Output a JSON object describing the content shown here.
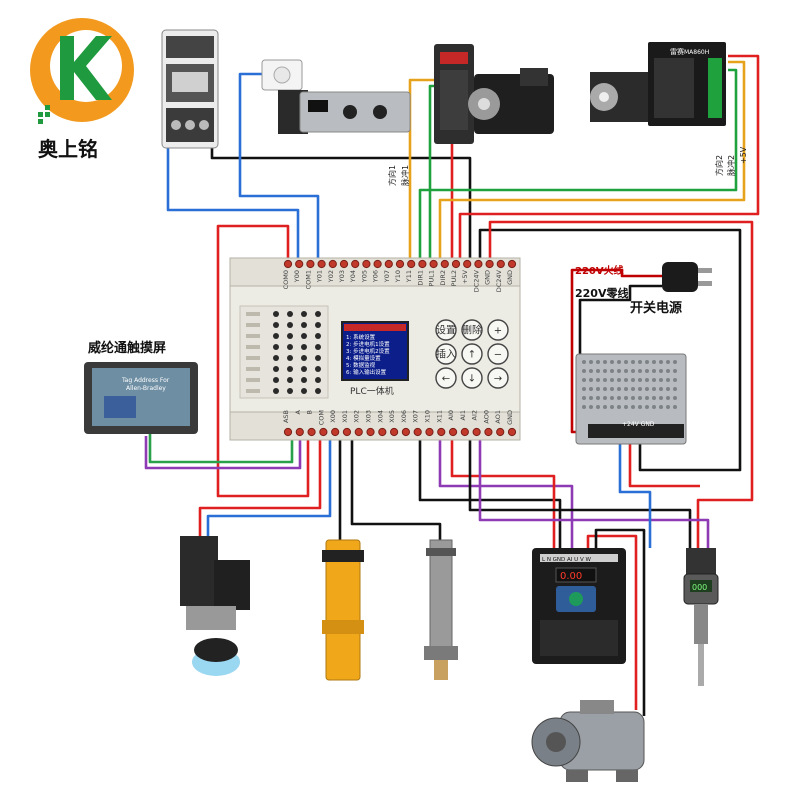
{
  "brand": {
    "name": "奥上铭",
    "logo_letter": "K",
    "colors": {
      "orange": "#f39a1e",
      "green": "#1f9a3e"
    }
  },
  "labels": {
    "touch_screen": "威纶通触摸屏",
    "power_switch": "开关电源",
    "live": "220V火线",
    "neutral": "220V零线",
    "dir1": "方向1",
    "pulse1": "脉冲1",
    "dir2": "方向2",
    "pulse2": "脉冲2",
    "plus5v": "+5V",
    "plc_title": "PLC一体机"
  },
  "plc": {
    "top_terminals": [
      "COM0",
      "Y00",
      "COM1",
      "Y01",
      "Y02",
      "Y03",
      "Y04",
      "Y05",
      "Y06",
      "Y07",
      "Y10",
      "Y11",
      "DIR1",
      "PUL1",
      "DIR2",
      "PUL2",
      "+5V",
      "DC24V",
      "GND",
      "DC24V",
      "GND"
    ],
    "bottom_terminals": [
      "ASB",
      "A",
      "B",
      "COM",
      "X00",
      "X01",
      "X02",
      "X03",
      "X04",
      "X05",
      "X06",
      "X07",
      "X10",
      "X11",
      "AI0",
      "AI1",
      "AI2",
      "AO0",
      "AO1",
      "GND"
    ],
    "keys": [
      "设置",
      "删除",
      "+",
      "插入",
      "↑",
      "−",
      "←",
      "↓",
      "→"
    ],
    "screen_lines": [
      "1: 系统设置",
      "2: 步进电机1设置",
      "3: 步进电机2设置",
      "4: 模拟量设置",
      "5: 数据监视",
      "6: 输入输出设置"
    ]
  },
  "screen_hmi": {
    "line1": "Tag Address For",
    "line2": "Allen-Bradley"
  },
  "driver": {
    "brand": "雷赛",
    "model": "MA860H"
  },
  "vfd": {
    "display": "0.00",
    "terminals": "L N GND AI U V W"
  },
  "sensor": {
    "reading": "000"
  }
}
